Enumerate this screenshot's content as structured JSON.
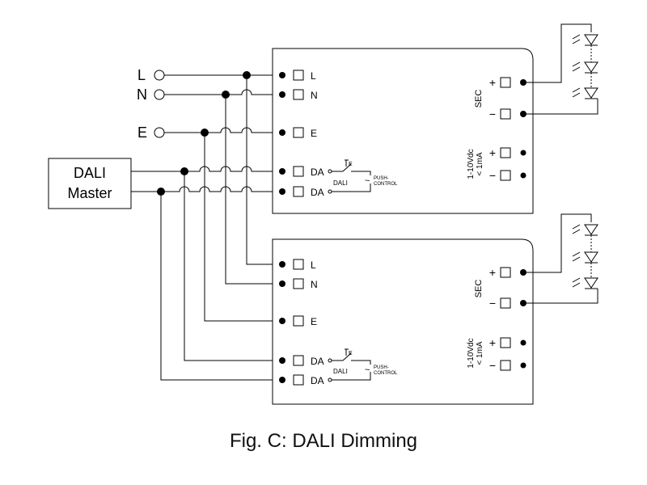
{
  "figure_caption": "Fig. C: DALI Dimming",
  "inputs": {
    "line": "L",
    "neutral": "N",
    "earth": "E"
  },
  "dali_master": {
    "line1": "DALI",
    "line2": "Master"
  },
  "driver_terminals": {
    "line": "L",
    "neutral": "N",
    "earth": "E",
    "da": "DA"
  },
  "driver_labels": {
    "sec": "SEC",
    "plus": "+",
    "minus": "−",
    "dimming_line1": "1-10Vdc",
    "dimming_line2": "< 1mA",
    "dali": "DALI",
    "push1": "PUSH-",
    "push2": "CONTROL",
    "switch_e": "E",
    "tilde": "~"
  }
}
